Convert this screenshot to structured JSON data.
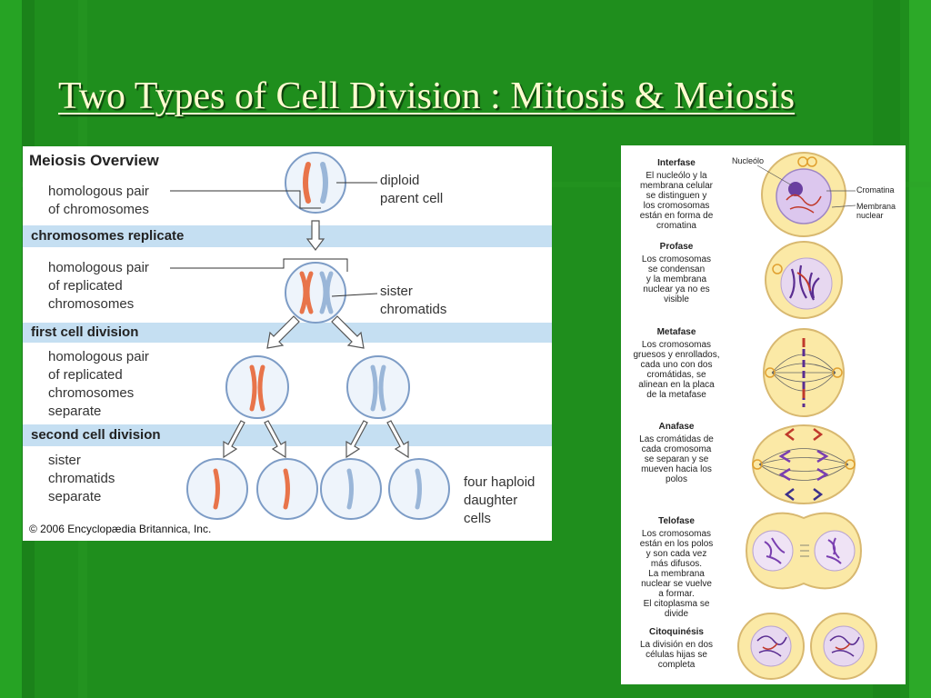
{
  "slide": {
    "title": "Two Types of Cell Division : Mitosis & Meiosis"
  },
  "meiosis": {
    "title": "Meiosis Overview",
    "labels": {
      "homologous_pair": [
        "homologous pair",
        "of chromosomes"
      ],
      "diploid_parent": [
        "diploid",
        "parent cell"
      ],
      "replicated_pair": [
        "homologous pair",
        "of replicated",
        "chromosomes"
      ],
      "sister_chromatids": [
        "sister",
        "chromatids"
      ],
      "replicated_separate": [
        "homologous pair",
        "of replicated",
        "chromosomes",
        "separate"
      ],
      "sister_separate": [
        "sister",
        "chromatids",
        "separate"
      ],
      "haploid_daughters": [
        "four haploid",
        "daughter",
        "cells"
      ]
    },
    "stages": [
      "chromosomes replicate",
      "first cell division",
      "second cell division"
    ],
    "copyright": "© 2006 Encyclopædia Britannica, Inc."
  },
  "mitosis": {
    "phases": [
      {
        "name": "Interfase",
        "text": [
          "El nucleólo y la",
          "membrana celular",
          "se distinguen y",
          "los cromosomas",
          "están en forma de",
          "cromatina"
        ]
      },
      {
        "name": "Profase",
        "text": [
          "Los cromosomas",
          "se condensan",
          "y la membrana",
          "nuclear ya no es",
          "visible"
        ]
      },
      {
        "name": "Metafase",
        "text": [
          "Los cromosomas",
          "gruesos y enrollados,",
          "cada uno con dos",
          "cromátidas, se",
          "alinean en la placa",
          "de la metafase"
        ]
      },
      {
        "name": "Anafase",
        "text": [
          "Las cromátidas de",
          "cada cromosoma",
          "se separan y se",
          "mueven hacia los",
          "polos"
        ]
      },
      {
        "name": "Telofase",
        "text": [
          "Los cromosomas",
          "están en los polos",
          "y son cada vez",
          "más difusos.",
          "La membrana",
          "nuclear se vuelve",
          "a formar.",
          "El citoplasma se",
          "divide"
        ]
      },
      {
        "name": "Citoquinésis",
        "text": [
          "La división en dos",
          "células hijas se",
          "completa"
        ]
      }
    ],
    "cell_labels": {
      "nucleolus": "Nucleólo",
      "chromatin": "Cromatina",
      "membrane": [
        "Membrana",
        "nuclear"
      ]
    }
  },
  "colors": {
    "background": "#1f8e1d",
    "title": "#fffbd0",
    "band": "#c5dff2",
    "orange_chromosome": "#e8744a",
    "blue_chromosome": "#9ab6d8",
    "cell_fill": "#fbe9a6"
  }
}
